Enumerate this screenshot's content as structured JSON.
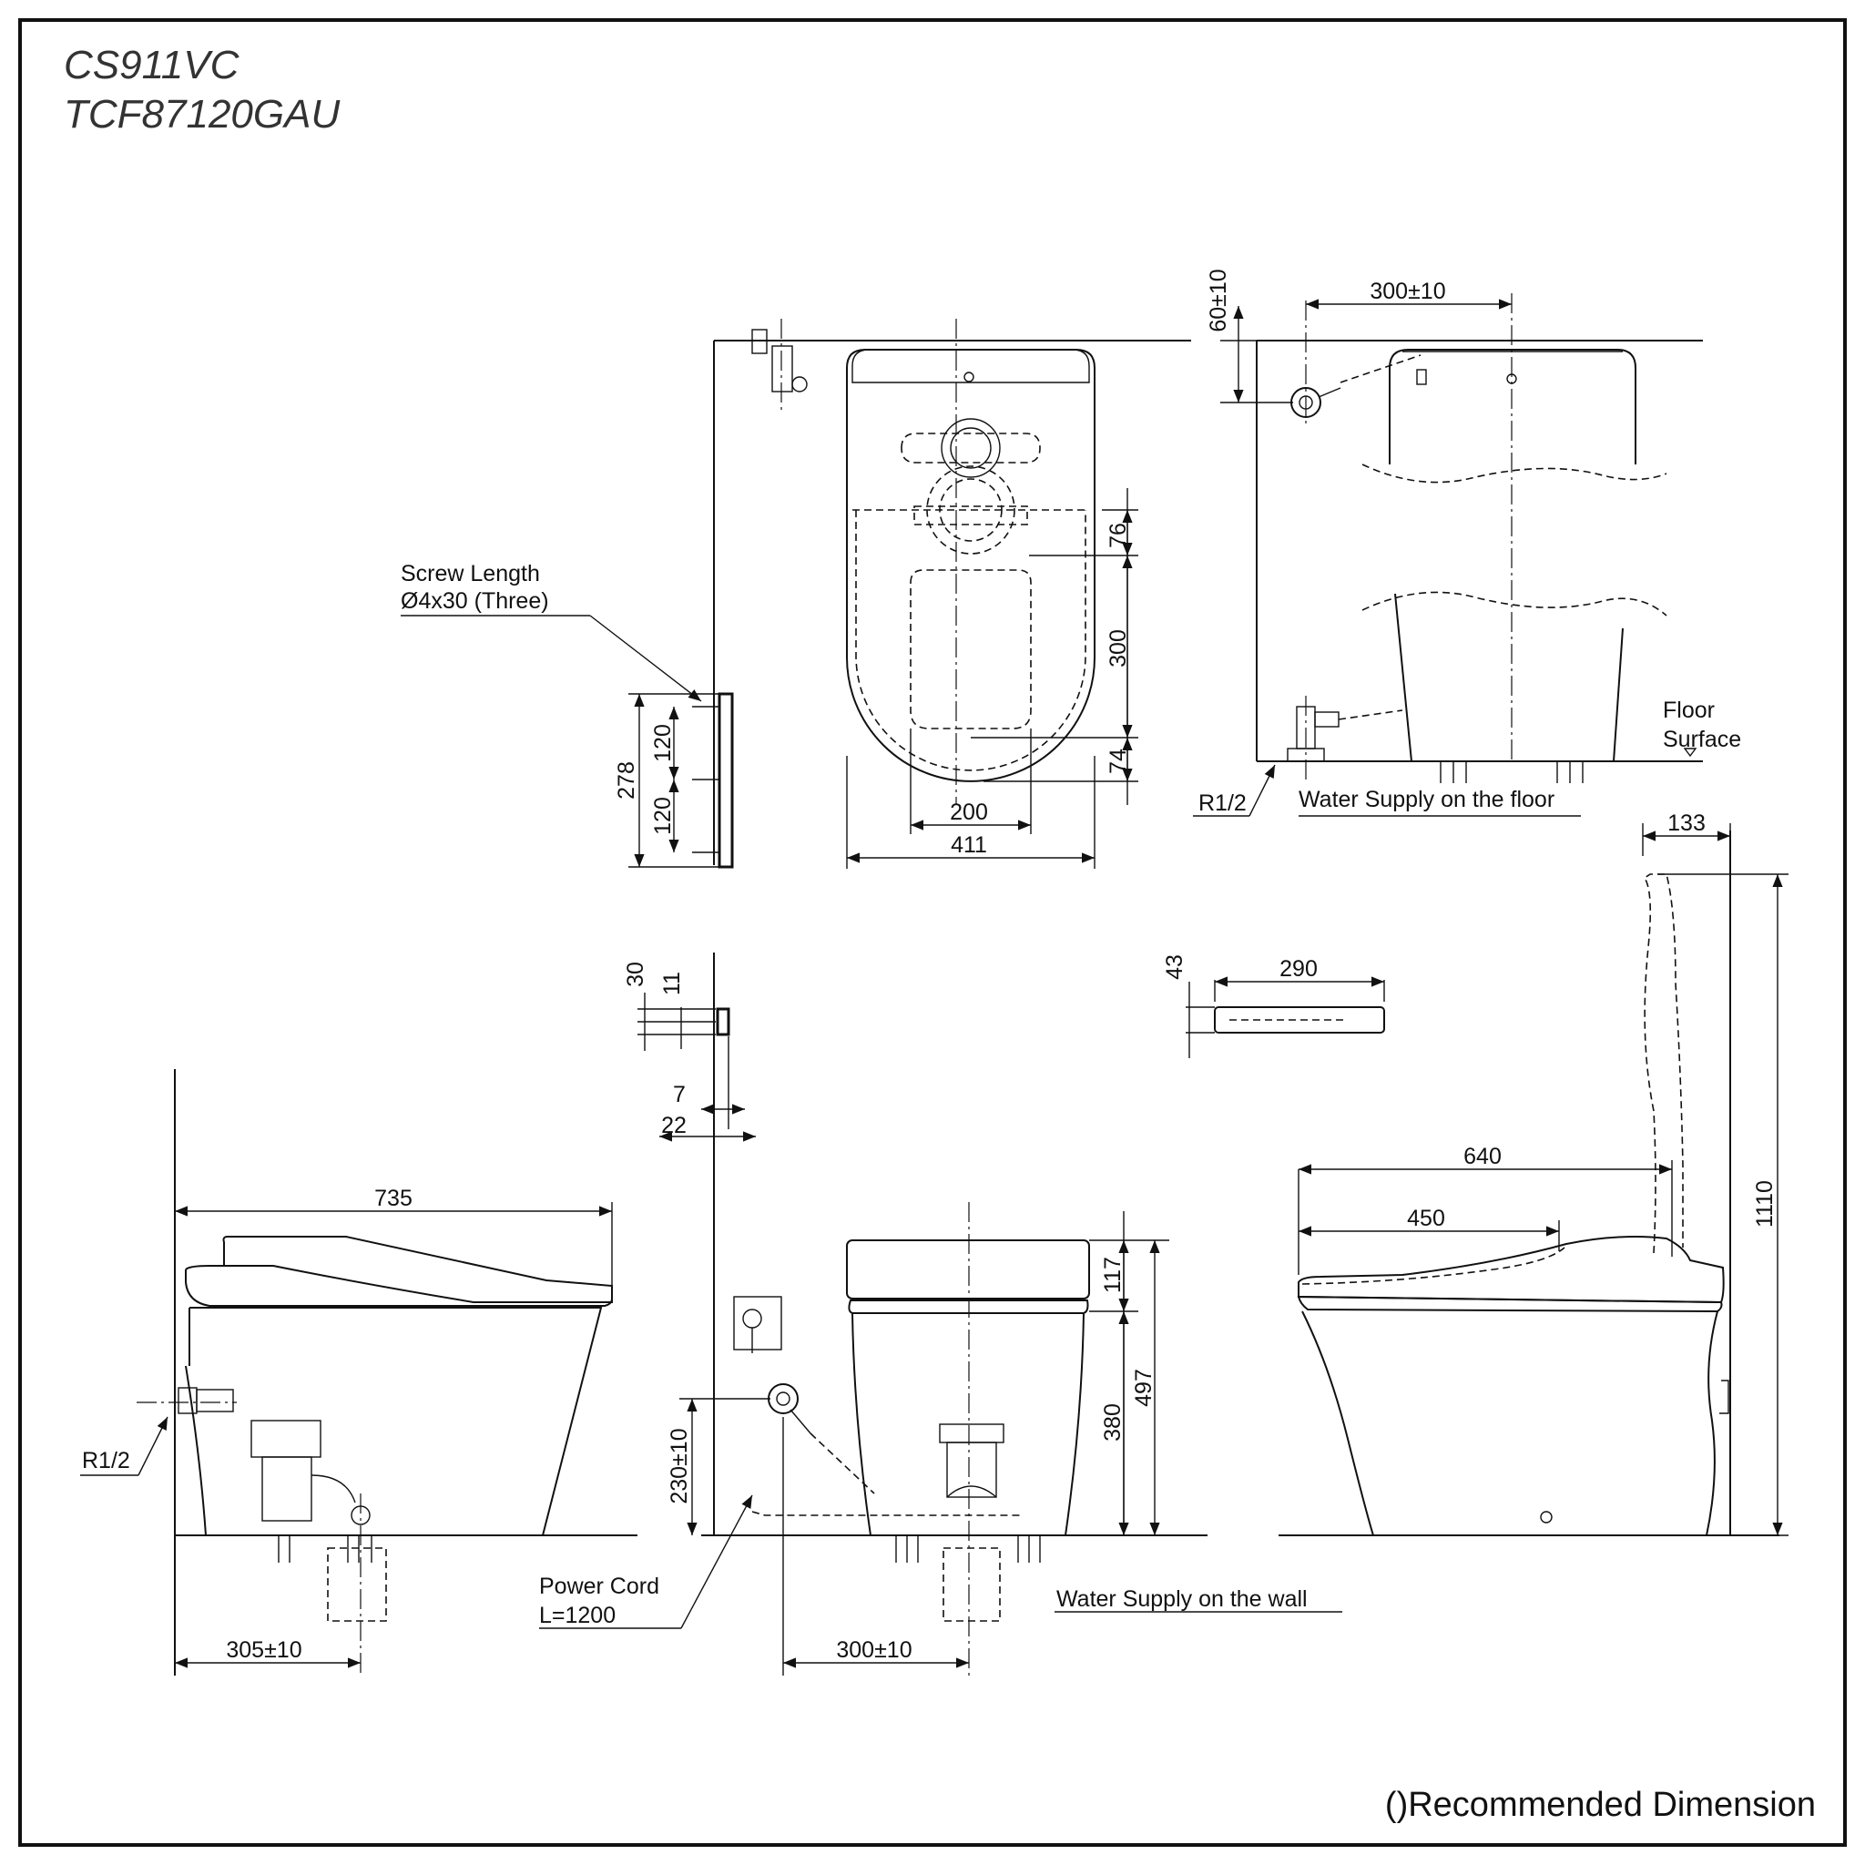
{
  "title": {
    "model_1": "CS911VC",
    "model_2": "TCF87120GAU"
  },
  "labels": {
    "screw_length_1": "Screw Length",
    "screw_length_2": "Ø4x30 (Three)",
    "floor_surface_1": "Floor",
    "floor_surface_2": "Surface",
    "water_supply_floor": "Water Supply on the floor",
    "water_supply_wall": "Water Supply on the wall",
    "r12_top": "R1/2",
    "r12_side": "R1/2",
    "power_cord_1": "Power Cord",
    "power_cord_2": "L=1200",
    "footnote": "()Recommended Dimension"
  },
  "dimensions": {
    "top_vert_60": "60±10",
    "top_300": "300±10",
    "d76": "76",
    "d300": "300",
    "d74": "74",
    "d200": "200",
    "d411": "411",
    "d278": "278",
    "d120a": "120",
    "d120b": "120",
    "d133": "133",
    "d1110": "1110",
    "d43": "43",
    "d290": "290",
    "d30": "30",
    "d11": "11",
    "d7": "7",
    "d22": "22",
    "d735": "735",
    "d305": "305±10",
    "d117": "117",
    "d380": "380",
    "d497": "497",
    "d230": "230±10",
    "d300_front": "300±10",
    "d640": "640",
    "d450": "450"
  }
}
